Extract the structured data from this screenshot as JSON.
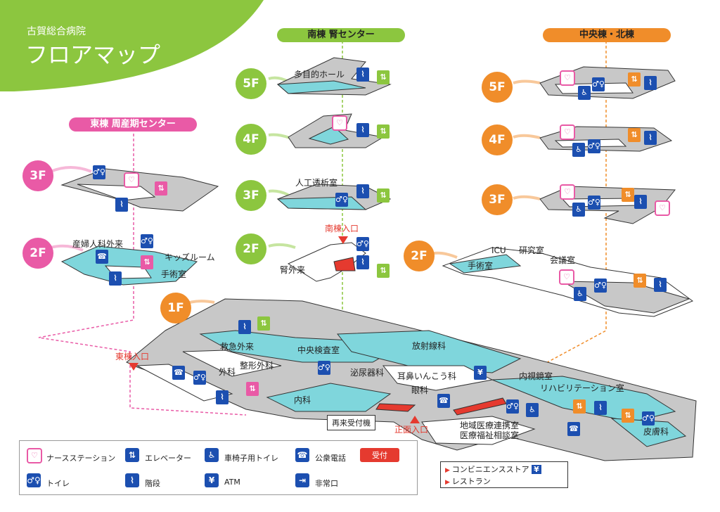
{
  "header": {
    "hospital": "古賀総合病院",
    "title": "フロアマップ"
  },
  "buildings": {
    "south": "南棟 腎センター",
    "center_north": "中央棟・北棟",
    "east": "東棟 周産期センター"
  },
  "floors": {
    "f5": "5F",
    "f4": "4F",
    "f3": "3F",
    "f2": "2F",
    "f1": "1F"
  },
  "rooms": {
    "tamokuteki": "多目的ホール",
    "jinko": "人工透析室",
    "minami_iriguchi": "南棟入口",
    "jingairai": "腎外来",
    "sanfujinka": "産婦人科外来",
    "kids": "キッズルーム",
    "shujutsu_e": "手術室",
    "icu": "ICU",
    "kenkyu": "研究室",
    "shujutsu_c": "手術室",
    "kaigi": "会議室",
    "kyukyu": "救急外来",
    "chuo_kensa": "中央検査室",
    "hoshasen": "放射線科",
    "higashi_iriguchi": "東棟入口",
    "seikei": "整形外科",
    "geka": "外科",
    "hinyoki": "泌尿器科",
    "jibi": "耳鼻いんこう科",
    "ganka": "眼科",
    "naika": "内科",
    "naishikyo": "内視鏡室",
    "reha": "リハビリテーション室",
    "sairai": "再来受付機",
    "shomen": "正面入口",
    "chiiki": "地域医療連携室",
    "fukushi": "医療福祉相談室",
    "hifu": "皮膚科"
  },
  "legend": {
    "nurse": "ナースステーション",
    "elevator": "エレベーター",
    "wheelchair_toilet": "車椅子用トイレ",
    "phone": "公衆電話",
    "reception": "受付",
    "toilet": "トイレ",
    "stairs": "階段",
    "atm": "ATM",
    "exit": "非常口"
  },
  "facilities": {
    "conbini": "コンビニエンスストア",
    "restaurant": "レストラン",
    "yen": "¥"
  },
  "colors": {
    "green": "#8cc63f",
    "pink": "#e95aa6",
    "orange": "#f08d2a",
    "blue": "#1c4fb0",
    "teal": "#7fd6dc",
    "gray": "#c8c8c8",
    "red": "#e53a2f"
  }
}
